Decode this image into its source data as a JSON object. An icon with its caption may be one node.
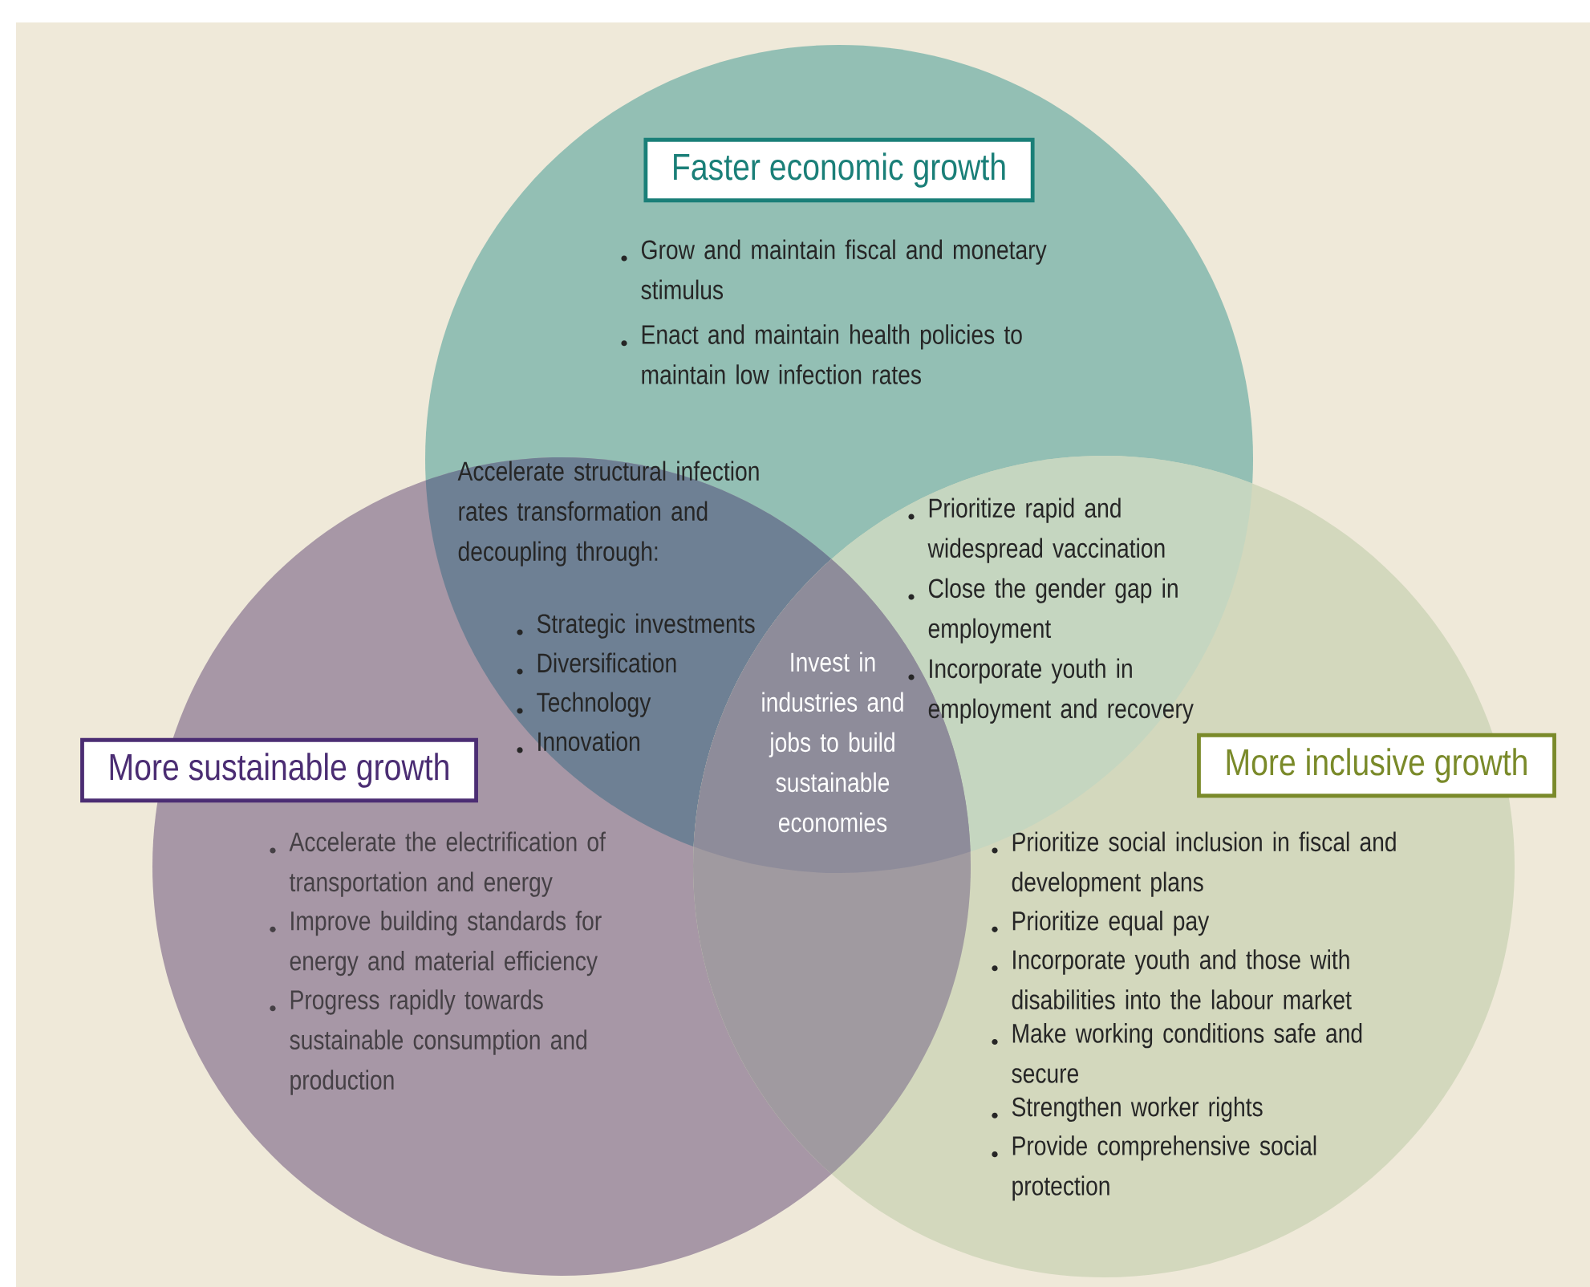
{
  "diagram": {
    "nodes": [
      {
        "text": [
          "Grow and maintain fiscal and monetary stimulus",
          "Enact and maintain health policies to maintain low infection rates"
        ]
      },
      {
        "text": [
          "Faster economic growth"
        ],
        "in": 0
      },
      {
        "text": [
          "Accelerate the electrification of transportation and energy",
          "Improve building standards for energy and material efficiency",
          "Progress rapidly towards sustainable consumption and production"
        ]
      },
      {
        "text": [
          "More sustainable growth"
        ]
      },
      {
        "text": [
          "Prioritize social inclusion in fiscal and development plans",
          "Prioritize equal pay",
          "Incorporate youth and those with disabilities into the labour market",
          "Make working conditions safe and secure",
          "Strengthen worker rights",
          "Provide comprehensive social protection"
        ]
      },
      {
        "text": [
          "More inclusive growth"
        ]
      }
    ],
    "labels": [
      "Accelerate structural infection rates transformation and decoupling through:",
      "Strategic investments",
      "Diversification",
      "Technology",
      "Innovation",
      "Prioritize rapid and widespread vaccination",
      "Close the gender gap in employment",
      "Incorporate youth in employment and recovery",
      "Invest in industries and jobs to build sustainable economies"
    ]
  }
}
